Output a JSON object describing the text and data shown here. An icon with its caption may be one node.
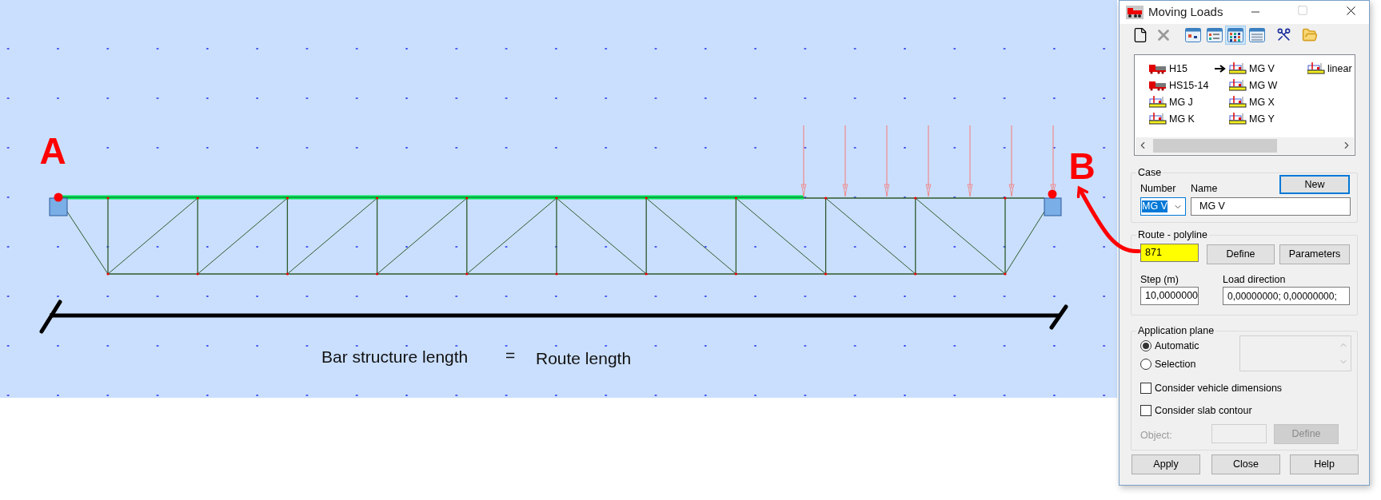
{
  "diagram": {
    "nodes": [
      {
        "text": [
          "A"
        ]
      },
      {
        "text": [
          "B"
        ]
      },
      {
        "text": [
          "Moving Loads"
        ]
      },
      {
        "text": [
          "Case"
        ],
        "in": 2
      },
      {
        "text": [
          "Route - polyline"
        ],
        "in": 2
      },
      {
        "text": [
          "871"
        ],
        "in": 4
      },
      {
        "text": [
          "Application plane"
        ],
        "in": 2
      }
    ],
    "edges": [
      {
        "from": 5,
        "to": 1,
        "arrow": "to",
        "color": "#ff0000"
      }
    ],
    "labels": [
      "Bar structure length",
      "=",
      "Route length",
      "H15",
      "MG V",
      "linear",
      "HS15-14",
      "MG W",
      "MG J",
      "MG X",
      "MG K",
      "MG Y",
      "Number",
      "Name",
      "New",
      "MG V",
      "MG V",
      "Define",
      "Parameters",
      "Step (m)",
      "Load direction",
      "10,0000000",
      "0,00000000; 0,00000000;",
      "Automatic",
      "Selection",
      "Consider vehicle dimensions",
      "Consider slab contour",
      "Object:",
      "Define",
      "Apply",
      "Close",
      "Help"
    ]
  }
}
